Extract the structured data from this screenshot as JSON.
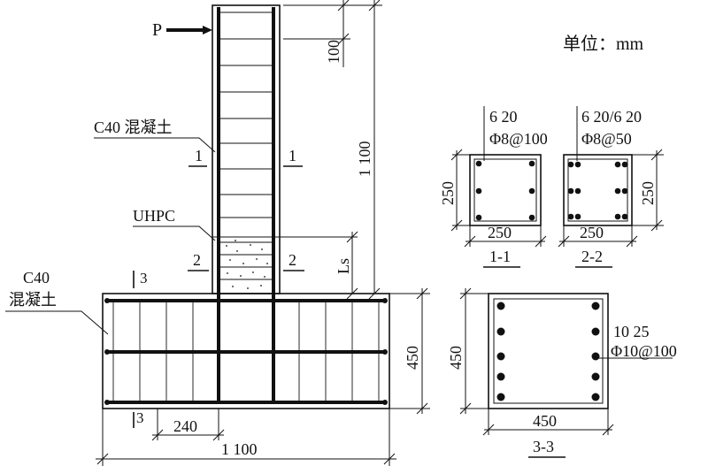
{
  "load": {
    "label": "P"
  },
  "units": "单位：mm",
  "labels": {
    "c40_column": "C40 混凝土",
    "uhpc": "UHPC",
    "c40_base_line1": "C40",
    "c40_base_line2": "混凝土"
  },
  "section_marks": {
    "s1_left": "1",
    "s1_right": "1",
    "s2_left": "2",
    "s2_right": "2",
    "s3_top": "3",
    "s3_bottom": "3"
  },
  "dimensions": {
    "stirrup_spacing": "100",
    "column_height": "1 100",
    "ls": "Ls",
    "base_height": "450",
    "bar_anchor": "240",
    "base_length": "1 100"
  },
  "sections": {
    "s11": {
      "rebar": "6  20",
      "stirrup": "Φ8@100",
      "width": "250",
      "height": "250",
      "title": "1-1"
    },
    "s22": {
      "rebar": "6  20/6  20",
      "stirrup": "Φ8@50",
      "width": "250",
      "height": "250",
      "title": "2-2"
    },
    "s33": {
      "rebar": "10  25",
      "stirrup": "Φ10@100",
      "width": "450",
      "height": "450",
      "title": "3-3"
    }
  }
}
